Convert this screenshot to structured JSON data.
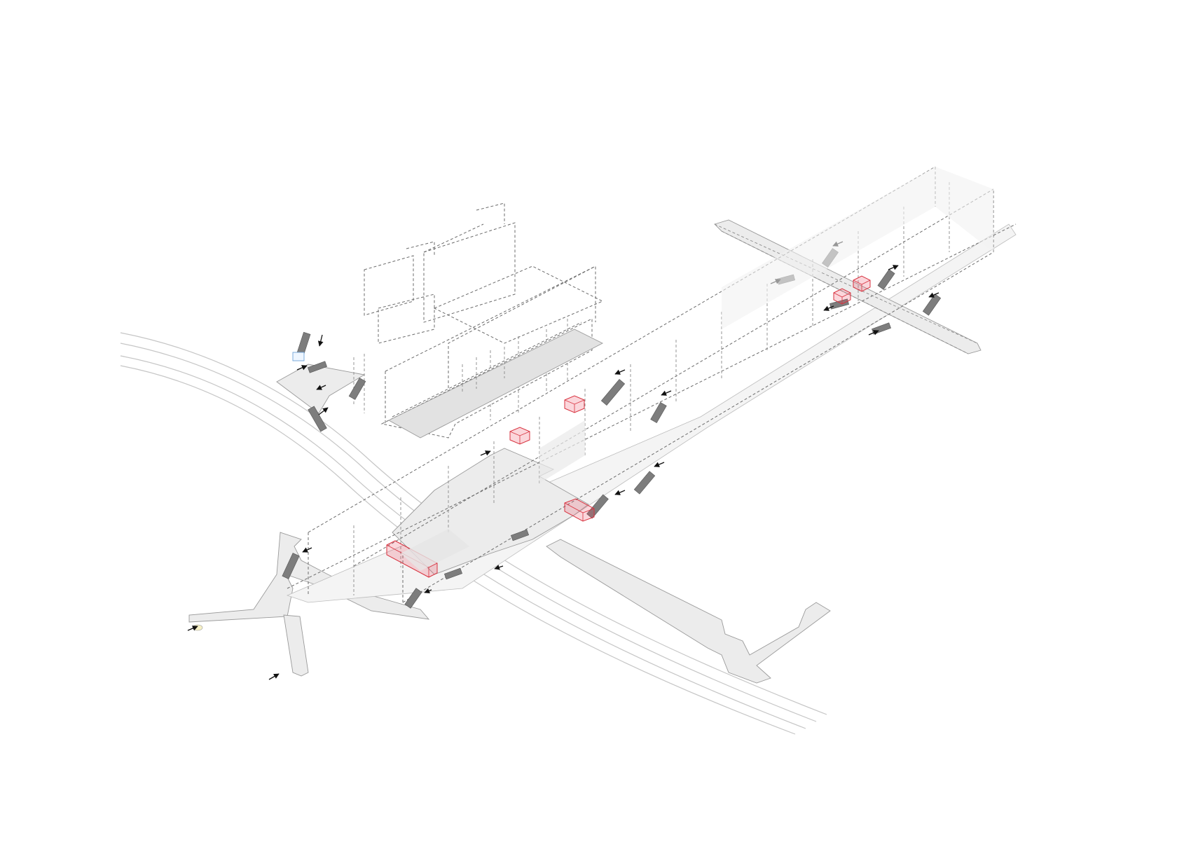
{
  "theme": {
    "background": "#ffffff",
    "highlight": "#d8323f",
    "floor_fill": "#ececec",
    "line_color": "#6b6b6b",
    "stair_fill": "#7d7d7d",
    "entrance_arrow": "#111111"
  },
  "diagram": {
    "kind": "isometric-station-axonometric",
    "elements": {
      "highlighted_rooms": 7,
      "entrance_arrows": 24,
      "stairways": 18
    }
  }
}
